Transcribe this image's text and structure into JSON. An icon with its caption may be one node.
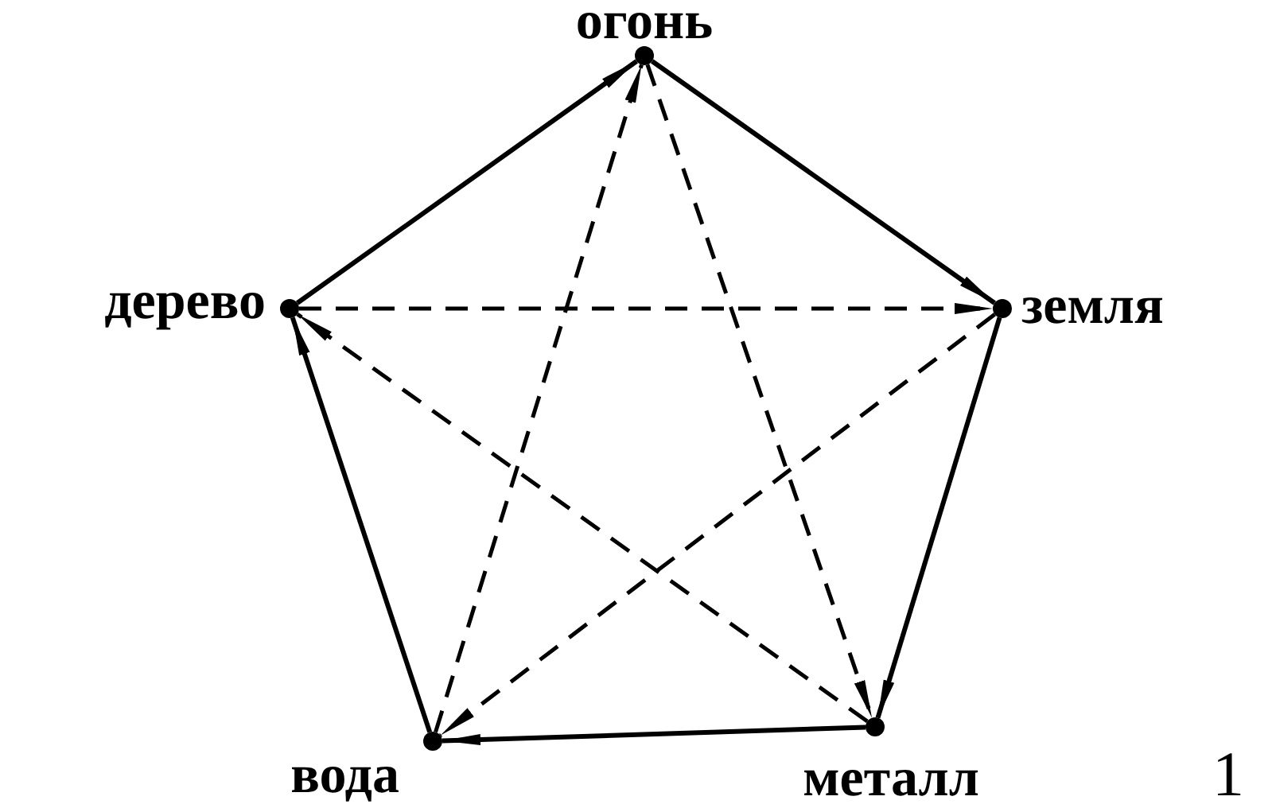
{
  "diagram": {
    "nodes": [
      {
        "text": [],
        "shape": "circle",
        "beside": [
          "огонь"
        ]
      },
      {
        "text": [],
        "shape": "circle",
        "beside": [
          "земля"
        ]
      },
      {
        "text": [],
        "shape": "circle",
        "beside": [
          "металл"
        ]
      },
      {
        "text": [],
        "shape": "circle",
        "beside": [
          "вода"
        ]
      },
      {
        "text": [],
        "shape": "circle",
        "beside": [
          "дерево"
        ]
      }
    ],
    "edges": [
      {
        "from": 0,
        "to": 1,
        "arrow": "to"
      },
      {
        "from": 1,
        "to": 2,
        "arrow": "to"
      },
      {
        "from": 2,
        "to": 3,
        "arrow": "to"
      },
      {
        "from": 3,
        "to": 4,
        "arrow": "to"
      },
      {
        "from": 4,
        "to": 0,
        "arrow": "to"
      },
      {
        "from": 4,
        "to": 1,
        "arrow": "to",
        "style": "dashed"
      },
      {
        "from": 0,
        "to": 2,
        "arrow": "to",
        "style": "dashed"
      },
      {
        "from": 1,
        "to": 3,
        "arrow": "to",
        "style": "dashed"
      },
      {
        "from": 2,
        "to": 4,
        "arrow": "to",
        "style": "dashed"
      },
      {
        "from": 3,
        "to": 0,
        "arrow": "to",
        "style": "dashed"
      }
    ],
    "labels": [
      "1"
    ]
  }
}
